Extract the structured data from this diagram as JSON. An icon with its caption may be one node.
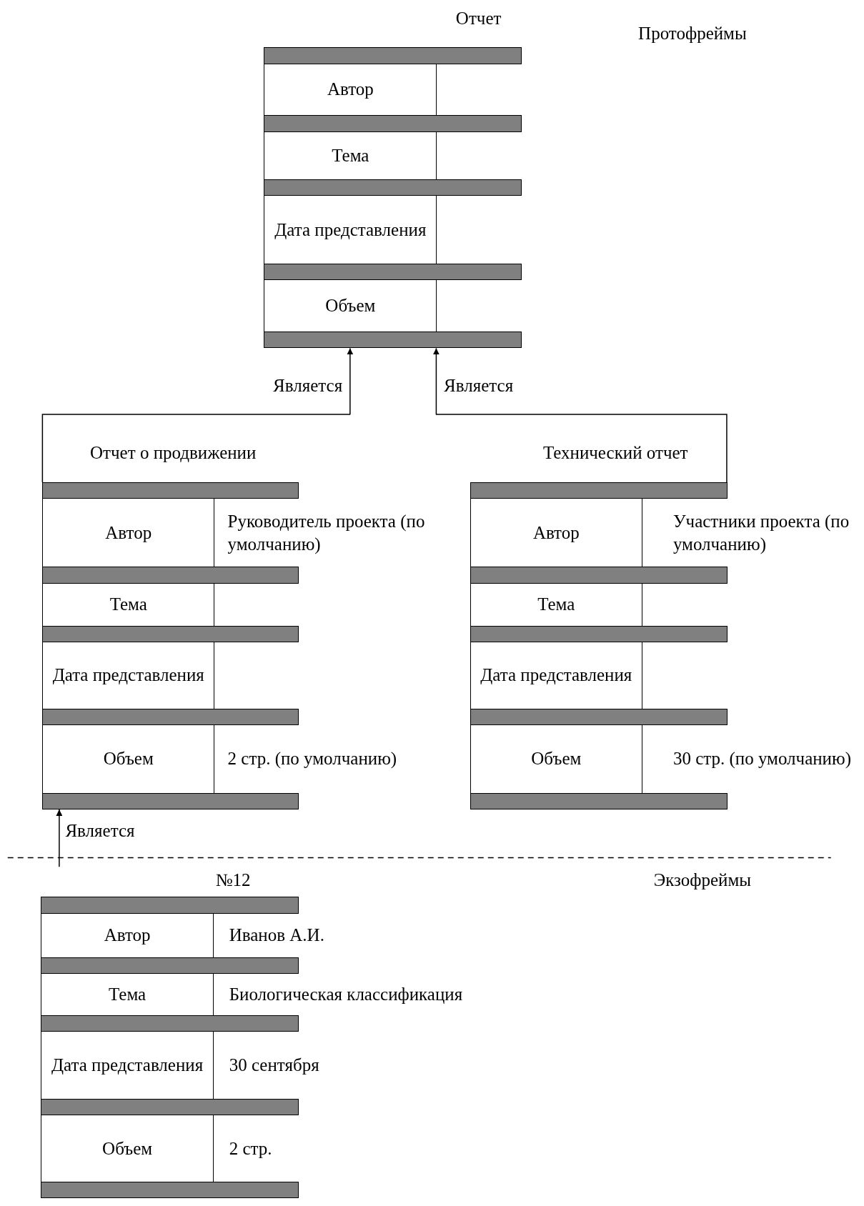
{
  "diagram": {
    "nodes": [
      {
        "text": [
          "Отчет"
        ]
      },
      {
        "text": [],
        "shape": "bar",
        "in": 0
      },
      {
        "text": [
          "Автор"
        ],
        "in": 0
      },
      {
        "text": [],
        "shape": "bar",
        "in": 0
      },
      {
        "text": [
          "Тема"
        ],
        "in": 0
      },
      {
        "text": [],
        "shape": "bar",
        "in": 0
      },
      {
        "text": [
          "Дата представления"
        ],
        "in": 0
      },
      {
        "text": [],
        "shape": "bar",
        "in": 0
      },
      {
        "text": [
          "Объем"
        ],
        "in": 0
      },
      {
        "text": [],
        "shape": "bar",
        "in": 0
      },
      {
        "text": [
          "Отчет о продвижении"
        ]
      },
      {
        "text": [],
        "shape": "bar",
        "in": 10
      },
      {
        "text": [
          "Автор",
          "Руководитель проекта (по умолчанию)"
        ],
        "in": 10
      },
      {
        "text": [],
        "shape": "bar",
        "in": 10
      },
      {
        "text": [
          "Тема"
        ],
        "in": 10
      },
      {
        "text": [],
        "shape": "bar",
        "in": 10
      },
      {
        "text": [
          "Дата представления"
        ],
        "in": 10
      },
      {
        "text": [],
        "shape": "bar",
        "in": 10
      },
      {
        "text": [
          "Объем",
          "2 стр. (по умолчанию)"
        ],
        "in": 10
      },
      {
        "text": [],
        "shape": "bar",
        "in": 10
      },
      {
        "text": [
          "Технический отчет"
        ]
      },
      {
        "text": [],
        "shape": "bar",
        "in": 20
      },
      {
        "text": [
          "Автор",
          "Участники проекта (по умолчанию)"
        ],
        "in": 20
      },
      {
        "text": [],
        "shape": "bar",
        "in": 20
      },
      {
        "text": [
          "Тема"
        ],
        "in": 20
      },
      {
        "text": [],
        "shape": "bar",
        "in": 20
      },
      {
        "text": [
          "Дата представления"
        ],
        "in": 20
      },
      {
        "text": [],
        "shape": "bar",
        "in": 20
      },
      {
        "text": [
          "Объем",
          "30 стр. (по умолчанию)"
        ],
        "in": 20
      },
      {
        "text": [],
        "shape": "bar",
        "in": 20
      },
      {
        "text": [
          "№12"
        ]
      },
      {
        "text": [],
        "shape": "bar",
        "in": 30
      },
      {
        "text": [
          "Автор",
          "Иванов А.И."
        ],
        "in": 30
      },
      {
        "text": [],
        "shape": "bar",
        "in": 30
      },
      {
        "text": [
          "Тема",
          "Биологическая классификация"
        ],
        "in": 30
      },
      {
        "text": [],
        "shape": "bar",
        "in": 30
      },
      {
        "text": [
          "Дата представления",
          "30 сентября"
        ],
        "in": 30
      },
      {
        "text": [],
        "shape": "bar",
        "in": 30
      },
      {
        "text": [
          "Объем",
          "2 стр."
        ],
        "in": 30
      },
      {
        "text": [],
        "shape": "bar",
        "in": 30
      }
    ],
    "edges": [
      {
        "from": 10,
        "to": 0,
        "arrow": "to",
        "label": "Является"
      },
      {
        "from": 20,
        "to": 0,
        "arrow": "to",
        "label": "Является"
      },
      {
        "from": 30,
        "to": 10,
        "arrow": "to",
        "label": "Является"
      }
    ],
    "labels": [
      "Протофреймы",
      "Экзофреймы"
    ]
  }
}
